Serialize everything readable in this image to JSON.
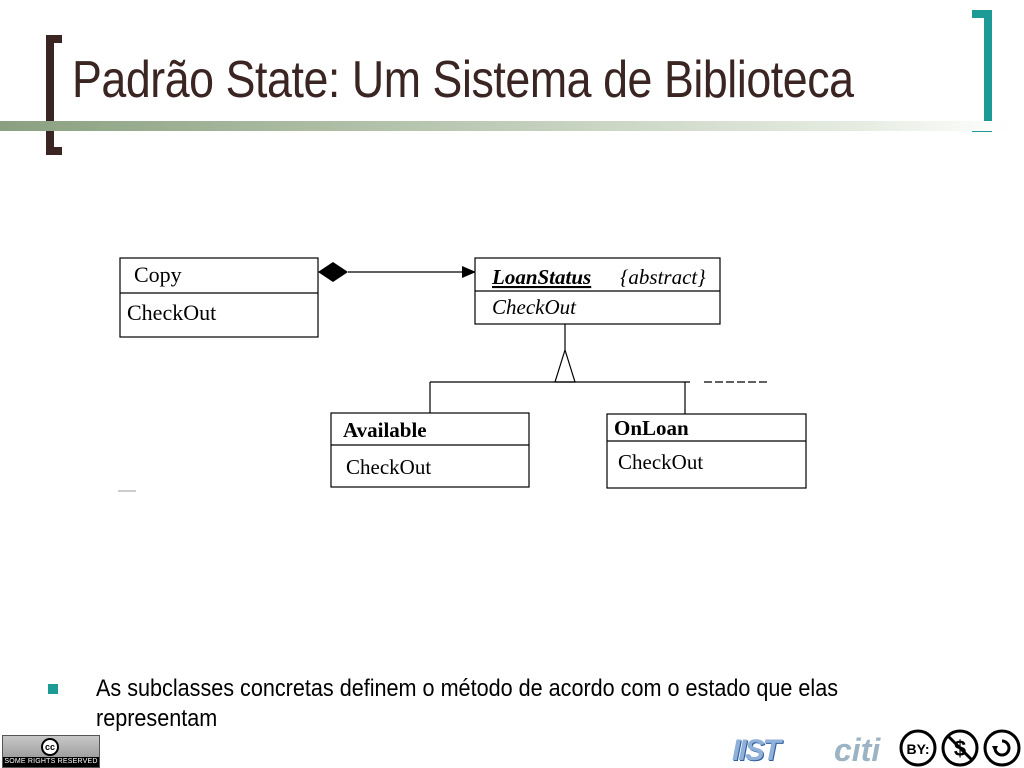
{
  "slide": {
    "title": "Padrão State: Um Sistema de Biblioteca",
    "bullet": "As subclasses concretas definem o método de acordo com o estado que elas representam"
  },
  "diagram": {
    "copy": {
      "name": "Copy",
      "method": "CheckOut"
    },
    "loan_status": {
      "name": "LoanStatus",
      "stereotype": "{abstract}",
      "method": "CheckOut"
    },
    "available": {
      "name": "Available",
      "method": "CheckOut"
    },
    "on_loan": {
      "name": "OnLoan",
      "method": "CheckOut"
    }
  },
  "footer": {
    "cc_symbol": "cc",
    "cc_label": "SOME RIGHTS RESERVED",
    "logo_iist": "IIST",
    "logo_citi": "citi",
    "license_icons": [
      "by-icon",
      "nc-dollar-icon",
      "sa-icon"
    ],
    "by_text": "BY:",
    "nc_text": "$"
  },
  "colors": {
    "title": "#3a2522",
    "accent_teal": "#1b9a96",
    "rule_green": "#8aa080"
  }
}
